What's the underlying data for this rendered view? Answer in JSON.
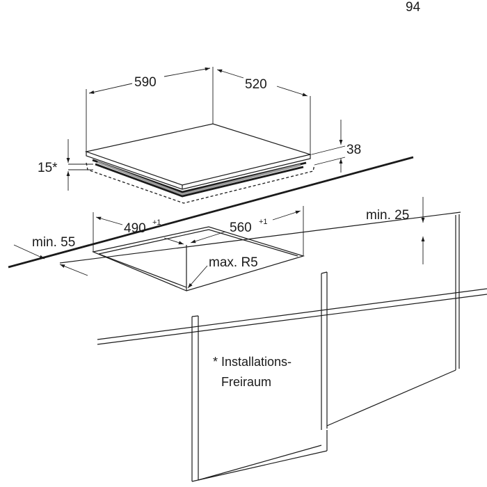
{
  "page_number": "94",
  "hob": {
    "width_label": "590",
    "depth_label": "520",
    "height_label": "38",
    "clearance_label": "15*"
  },
  "cutout": {
    "width_label": "490",
    "width_tolerance": "+1",
    "depth_label": "560",
    "depth_tolerance": "+1",
    "radius_label": "max. R5"
  },
  "worktop": {
    "front_distance_label": "min. 55",
    "thickness_label": "min. 25"
  },
  "footnote": {
    "line1": "* Installations-",
    "line2": "Freiraum"
  }
}
